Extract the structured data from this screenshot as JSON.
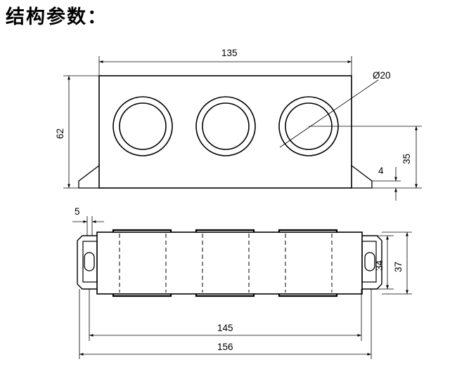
{
  "title": "结构参数：",
  "dimensions": {
    "top_width": "135",
    "height": "62",
    "hole_diameter": "Ø20",
    "hole_center_height": "35",
    "foot_thickness": "4",
    "clip_offset": "5",
    "body_width": "145",
    "overall_width": "156",
    "inner_depth": "34",
    "outer_depth": "37"
  }
}
